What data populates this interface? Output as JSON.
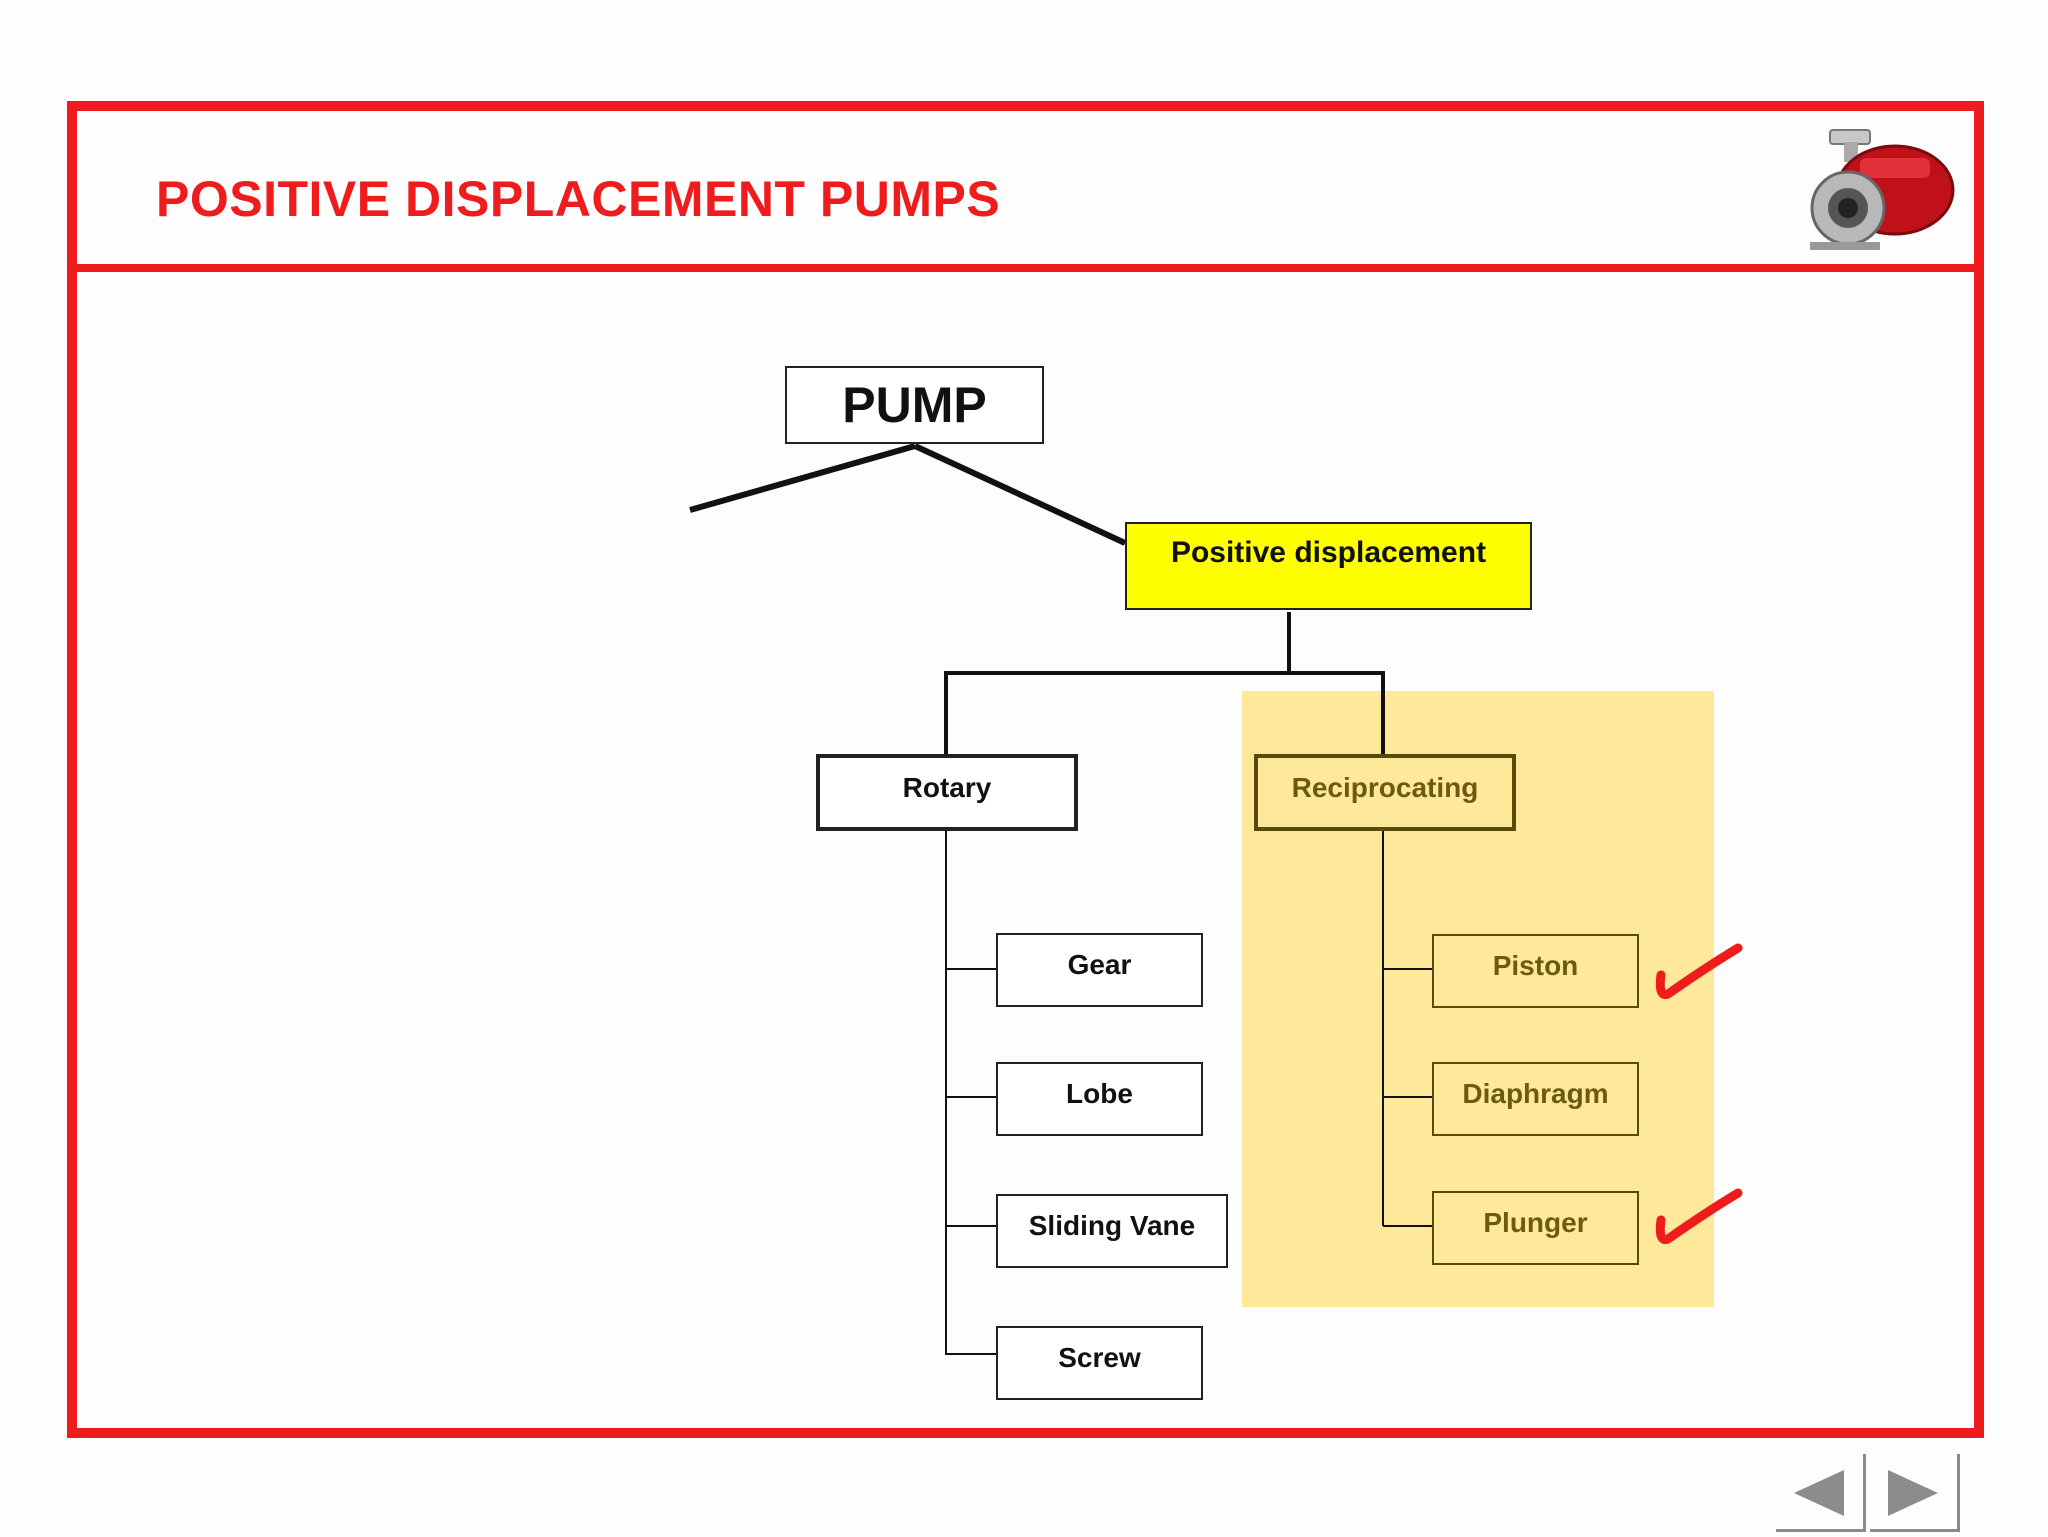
{
  "slide": {
    "title": "POSITIVE DISPLACEMENT PUMPS"
  },
  "tree": {
    "root": "PUMP",
    "positive_displacement": "Positive displacement",
    "rotary": {
      "label": "Rotary",
      "children": [
        "Gear",
        "Lobe",
        "Sliding Vane",
        "Screw"
      ]
    },
    "reciprocating": {
      "label": "Reciprocating",
      "children": [
        "Piston",
        "Diaphragm",
        "Plunger"
      ],
      "checked": [
        "Piston",
        "Plunger"
      ]
    }
  },
  "colors": {
    "frame": "#ee1c1c",
    "title": "#ee1c1c",
    "positive_displacement_fill": "#ffff00",
    "highlight_fill": "#fde27a",
    "highlight_text": "#6d5a10",
    "checkmark": "#ee1c1c"
  },
  "icons": {
    "logo": "pump-icon",
    "prev": "triangle-left-icon",
    "next": "triangle-right-icon",
    "check": "checkmark-icon"
  }
}
